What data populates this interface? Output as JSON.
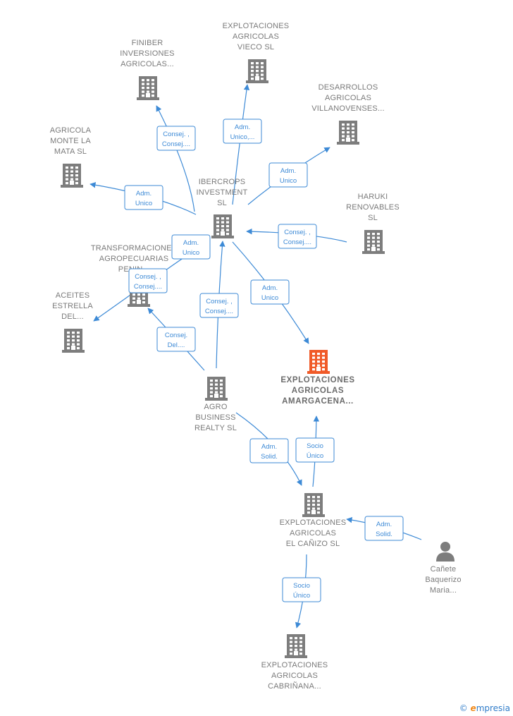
{
  "nodes": [
    {
      "id": "finiber",
      "type": "company",
      "lines": [
        "FINIBER",
        "INVERSIONES",
        "AGRICOLAS..."
      ]
    },
    {
      "id": "vieco",
      "type": "company",
      "lines": [
        "EXPLOTACIONES",
        "AGRICOLAS",
        "VIECO  SL"
      ]
    },
    {
      "id": "desarrollos",
      "type": "company",
      "lines": [
        "DESARROLLOS",
        "AGRICOLAS",
        "VILLANOVENSES..."
      ]
    },
    {
      "id": "monte",
      "type": "company",
      "lines": [
        "AGRICOLA",
        "MONTE LA",
        "MATA  SL"
      ]
    },
    {
      "id": "ibercrops",
      "type": "company",
      "lines": [
        "IBERCROPS",
        "INVESTMENT",
        "SL"
      ]
    },
    {
      "id": "haruki",
      "type": "company",
      "lines": [
        "HARUKI",
        "RENOVABLES",
        "SL"
      ]
    },
    {
      "id": "transformaciones",
      "type": "company",
      "lines": [
        "TRANSFORMACIONES",
        "AGROPECUARIAS",
        "PENIN..."
      ]
    },
    {
      "id": "aceites",
      "type": "company",
      "lines": [
        "ACEITES",
        "ESTRELLA",
        "DEL..."
      ]
    },
    {
      "id": "amargacena",
      "type": "company",
      "main": true,
      "lines": [
        "EXPLOTACIONES",
        "AGRICOLAS",
        "AMARGACENA..."
      ]
    },
    {
      "id": "agro",
      "type": "company",
      "lines": [
        "AGRO",
        "BUSINESS",
        "REALTY  SL"
      ]
    },
    {
      "id": "canizo",
      "type": "company",
      "lines": [
        "EXPLOTACIONES",
        "AGRICOLAS",
        "EL CAÑIZO  SL"
      ]
    },
    {
      "id": "canete",
      "type": "person",
      "lines": [
        "Cañete",
        "Baquerizo",
        "Maria..."
      ]
    },
    {
      "id": "cabrinana",
      "type": "company",
      "lines": [
        "EXPLOTACIONES",
        "AGRICOLAS",
        "CABRIÑANA..."
      ]
    }
  ],
  "edges": [
    {
      "from": "ibercrops",
      "to": "finiber",
      "lines": [
        "Consej. ,",
        "Consej...."
      ]
    },
    {
      "from": "ibercrops",
      "to": "vieco",
      "lines": [
        "Adm.",
        "Unico,..."
      ]
    },
    {
      "from": "ibercrops",
      "to": "desarrollos",
      "lines": [
        "Adm.",
        "Unico"
      ]
    },
    {
      "from": "ibercrops",
      "to": "monte",
      "lines": [
        "Adm.",
        "Unico"
      ]
    },
    {
      "from": "haruki",
      "to": "ibercrops",
      "lines": [
        "Consej. ,",
        "Consej...."
      ]
    },
    {
      "from": "ibercrops",
      "to": "amargacena",
      "lines": [
        "Adm.",
        "Unico"
      ]
    },
    {
      "from": "transformaciones",
      "to": "aceites",
      "lines": [
        "Adm.",
        "Unico"
      ]
    },
    {
      "from": "transformaciones",
      "to": "aceites",
      "lines": [
        "Consej. ,",
        "Consej...."
      ]
    },
    {
      "from": "agro",
      "to": "transformaciones",
      "lines": [
        "Consej.",
        "Del...."
      ]
    },
    {
      "from": "agro",
      "to": "ibercrops",
      "lines": [
        "Consej. ,",
        "Consej...."
      ]
    },
    {
      "from": "agro",
      "to": "canizo",
      "lines": [
        "Adm.",
        "Solid."
      ]
    },
    {
      "from": "canizo",
      "to": "amargacena",
      "lines": [
        "Socio",
        "Único"
      ]
    },
    {
      "from": "canete",
      "to": "canizo",
      "lines": [
        "Adm.",
        "Solid."
      ]
    },
    {
      "from": "canizo",
      "to": "cabrinana",
      "lines": [
        "Socio",
        "Único"
      ]
    }
  ],
  "colors": {
    "company": "#7d7d7d",
    "main": "#f05a28",
    "person": "#7d7d7d",
    "edge": "#3d8ad6"
  },
  "watermark": {
    "copyright": "©",
    "brand_initial": "e",
    "brand_rest": "mpresia"
  }
}
